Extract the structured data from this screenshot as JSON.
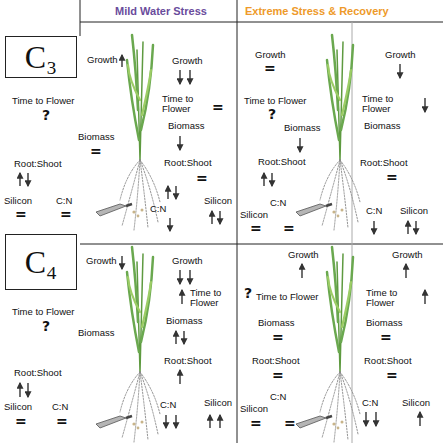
{
  "diagram": {
    "nodes": [
      {
        "text": [
          "C₃"
        ]
      },
      {
        "text": [
          "C₄"
        ]
      }
    ],
    "labels": [
      "Mild Water Stress",
      "Extreme Stress & Recovery",
      "Growth",
      "Time to Flower",
      "?",
      "Biomass",
      "=",
      "Root:Shoot",
      "Silicon",
      "C:N",
      "=",
      "=",
      "Growth",
      "Time to Flower",
      "=",
      "Biomass",
      "Root:Shoot",
      "=",
      "C:N",
      "Silicon",
      "Growth",
      "=",
      "Time to Flower",
      "?",
      "Biomass",
      "Root:Shoot",
      "Silicon",
      "C:N",
      "=",
      "=",
      "Growth",
      "Time to Flower",
      "Biomass",
      "Root:Shoot",
      "=",
      "C:N",
      "Silicon",
      "Growth",
      "Time to Flower",
      "?",
      "Biomass",
      "Root:Shoot",
      "Silicon",
      "C:N",
      "=",
      "=",
      "Growth",
      "Time to Flower",
      "Biomass",
      "Root:Shoot",
      "C:N",
      "Silicon",
      "Growth",
      "?",
      "Time to Flower",
      "Biomass",
      "=",
      "Root:Shoot",
      "=",
      "C:N",
      "Silicon",
      "=",
      "=",
      "Growth",
      "Time to Flower",
      "Biomass",
      "=",
      "Root:Shoot",
      "=",
      "C:N",
      "Silicon"
    ]
  }
}
